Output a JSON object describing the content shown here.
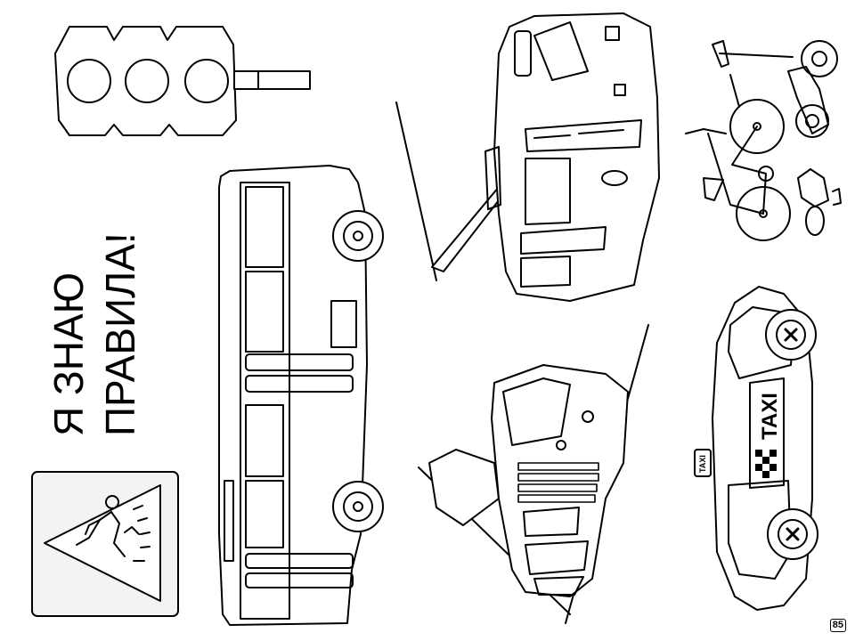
{
  "title": {
    "line1": "Я ЗНАЮ",
    "line2": "ПРАВИЛА!"
  },
  "page_number": "85",
  "taxi": {
    "roof_sign": "TAXI",
    "door_text": "TAXI"
  },
  "colors": {
    "ink": "#000000",
    "paper": "#ffffff",
    "sign_fill": "#f3f3f3"
  },
  "icons": [
    "traffic-light-icon",
    "pedestrian-crossing-sign-icon",
    "bus-icon",
    "trolleybus-icon",
    "tram-icon",
    "bicycle-icon",
    "scooter-icon",
    "taxi-icon"
  ]
}
